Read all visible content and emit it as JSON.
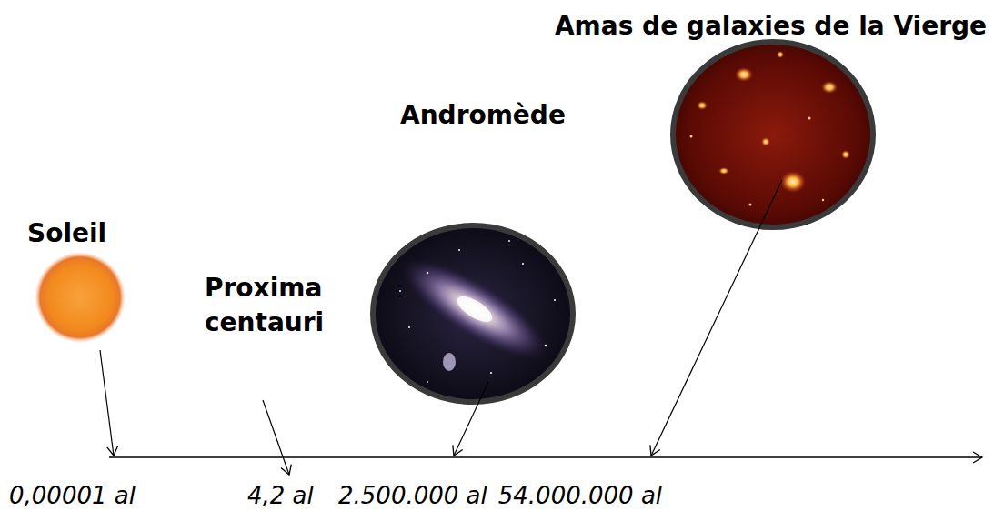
{
  "diagram": {
    "labels": [
      "Amas de galaxies de la Vierge",
      "Andromède",
      "Soleil",
      "Proxima centauri",
      "0,00001 al",
      "4,2 al",
      "2.500.000 al",
      "54.000.000 al"
    ]
  }
}
